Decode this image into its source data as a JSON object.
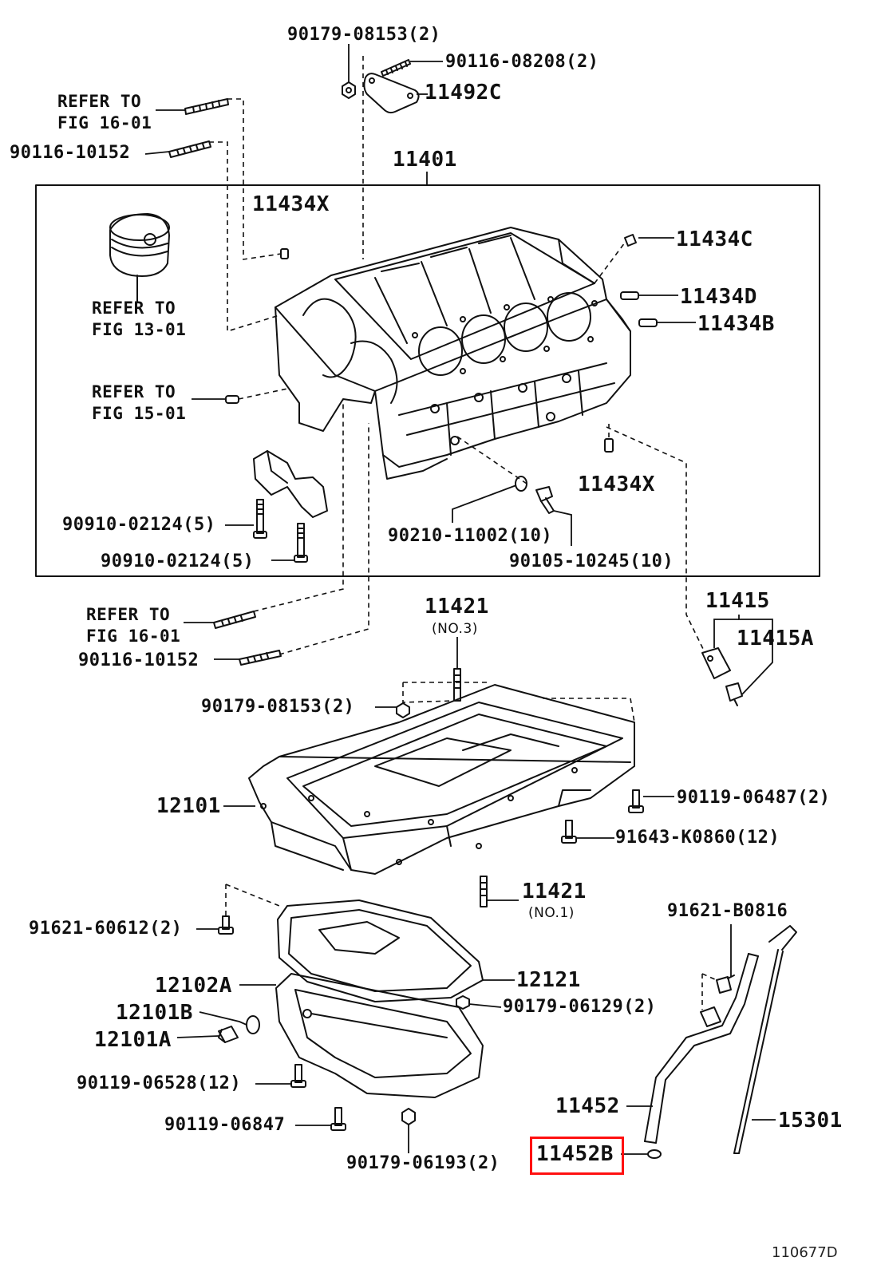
{
  "diagram_id": "110677D",
  "highlight_color": "#ff1010",
  "highlighted_part": "11452B",
  "labels": {
    "p90179_08153_top": "90179-08153(2)",
    "p90116_08208": "90116-08208(2)",
    "p11492c": "11492C",
    "refer_16_01_top": "REFER TO\nFIG 16-01",
    "p90116_10152_top": "90116-10152",
    "p11401": "11401",
    "p11434x_top": "11434X",
    "p11434c": "11434C",
    "p11434d": "11434D",
    "p11434b": "11434B",
    "refer_13_01": "REFER TO\nFIG 13-01",
    "refer_15_01": "REFER TO\nFIG 15-01",
    "p11434x_bottom": "11434X",
    "p90910_02124_a": "90910-02124(5)",
    "p90910_02124_b": "90910-02124(5)",
    "p90210_11002": "90210-11002(10)",
    "p90105_10245": "90105-10245(10)",
    "refer_16_01_bottom": "REFER TO\nFIG 16-01",
    "p90116_10152_bottom": "90116-10152",
    "p11421_no3": "11421",
    "no3": "(NO.3)",
    "p11415": "11415",
    "p11415a": "11415A",
    "p90179_08153_mid": "90179-08153(2)",
    "p12101": "12101",
    "p90119_06487": "90119-06487(2)",
    "p91643_k0860": "91643-K0860(12)",
    "p11421_no1": "11421",
    "no1": "(NO.1)",
    "p91621_60612": "91621-60612(2)",
    "p91621_b0816": "91621-B0816",
    "p12102a": "12102A",
    "p12121": "12121",
    "p12101b": "12101B",
    "p90179_06129": "90179-06129(2)",
    "p12101a": "12101A",
    "p90119_06528": "90119-06528(12)",
    "p11452": "11452",
    "p15301": "15301",
    "p90119_06847": "90119-06847",
    "p90179_06193": "90179-06193(2)",
    "p11452b": "11452B"
  }
}
